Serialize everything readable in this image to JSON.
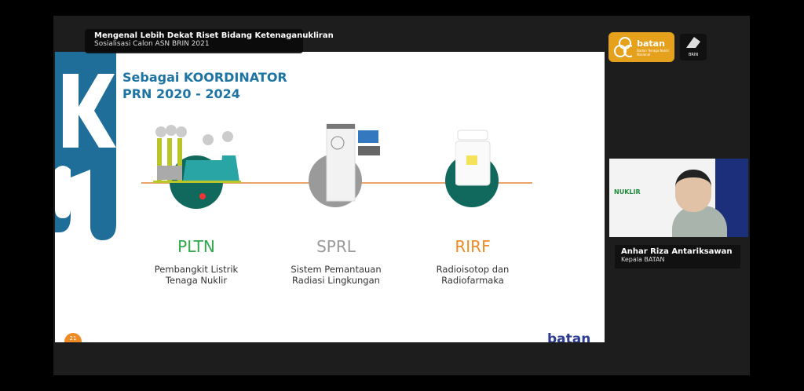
{
  "meeting": {
    "title": "Mengenal Lebih Dekat Riset Bidang Ketenaganukliran",
    "subtitle": "Sosialisasi Calon ASN BRIN 2021"
  },
  "logos": {
    "batan": "batan",
    "batan_sub": "Badan Tenaga Nuklir Nasional",
    "brin": "BRIN"
  },
  "slide": {
    "heading_line1": "Sebagai KOORDINATOR",
    "heading_line2": "PRN 2020 - 2024",
    "items": [
      {
        "abbr": "PLTN",
        "desc_line1": "Pembangkit Listrik",
        "desc_line2": "Tenaga Nuklir",
        "color": "#2ea84a"
      },
      {
        "abbr": "SPRL",
        "desc_line1": "Sistem Pemantauan",
        "desc_line2": "Radiasi Lingkungan",
        "color": "#9a9a9a"
      },
      {
        "abbr": "RIRF",
        "desc_line1": "Radioisotop dan",
        "desc_line2": "Radiofarmaka",
        "color": "#f08a24"
      }
    ],
    "page_number": "21",
    "footer_logo": "batan"
  },
  "speaker": {
    "name": "Anhar Riza Antariksawan",
    "role": "Kepala BATAN",
    "background_logo": "NUKLIR"
  }
}
